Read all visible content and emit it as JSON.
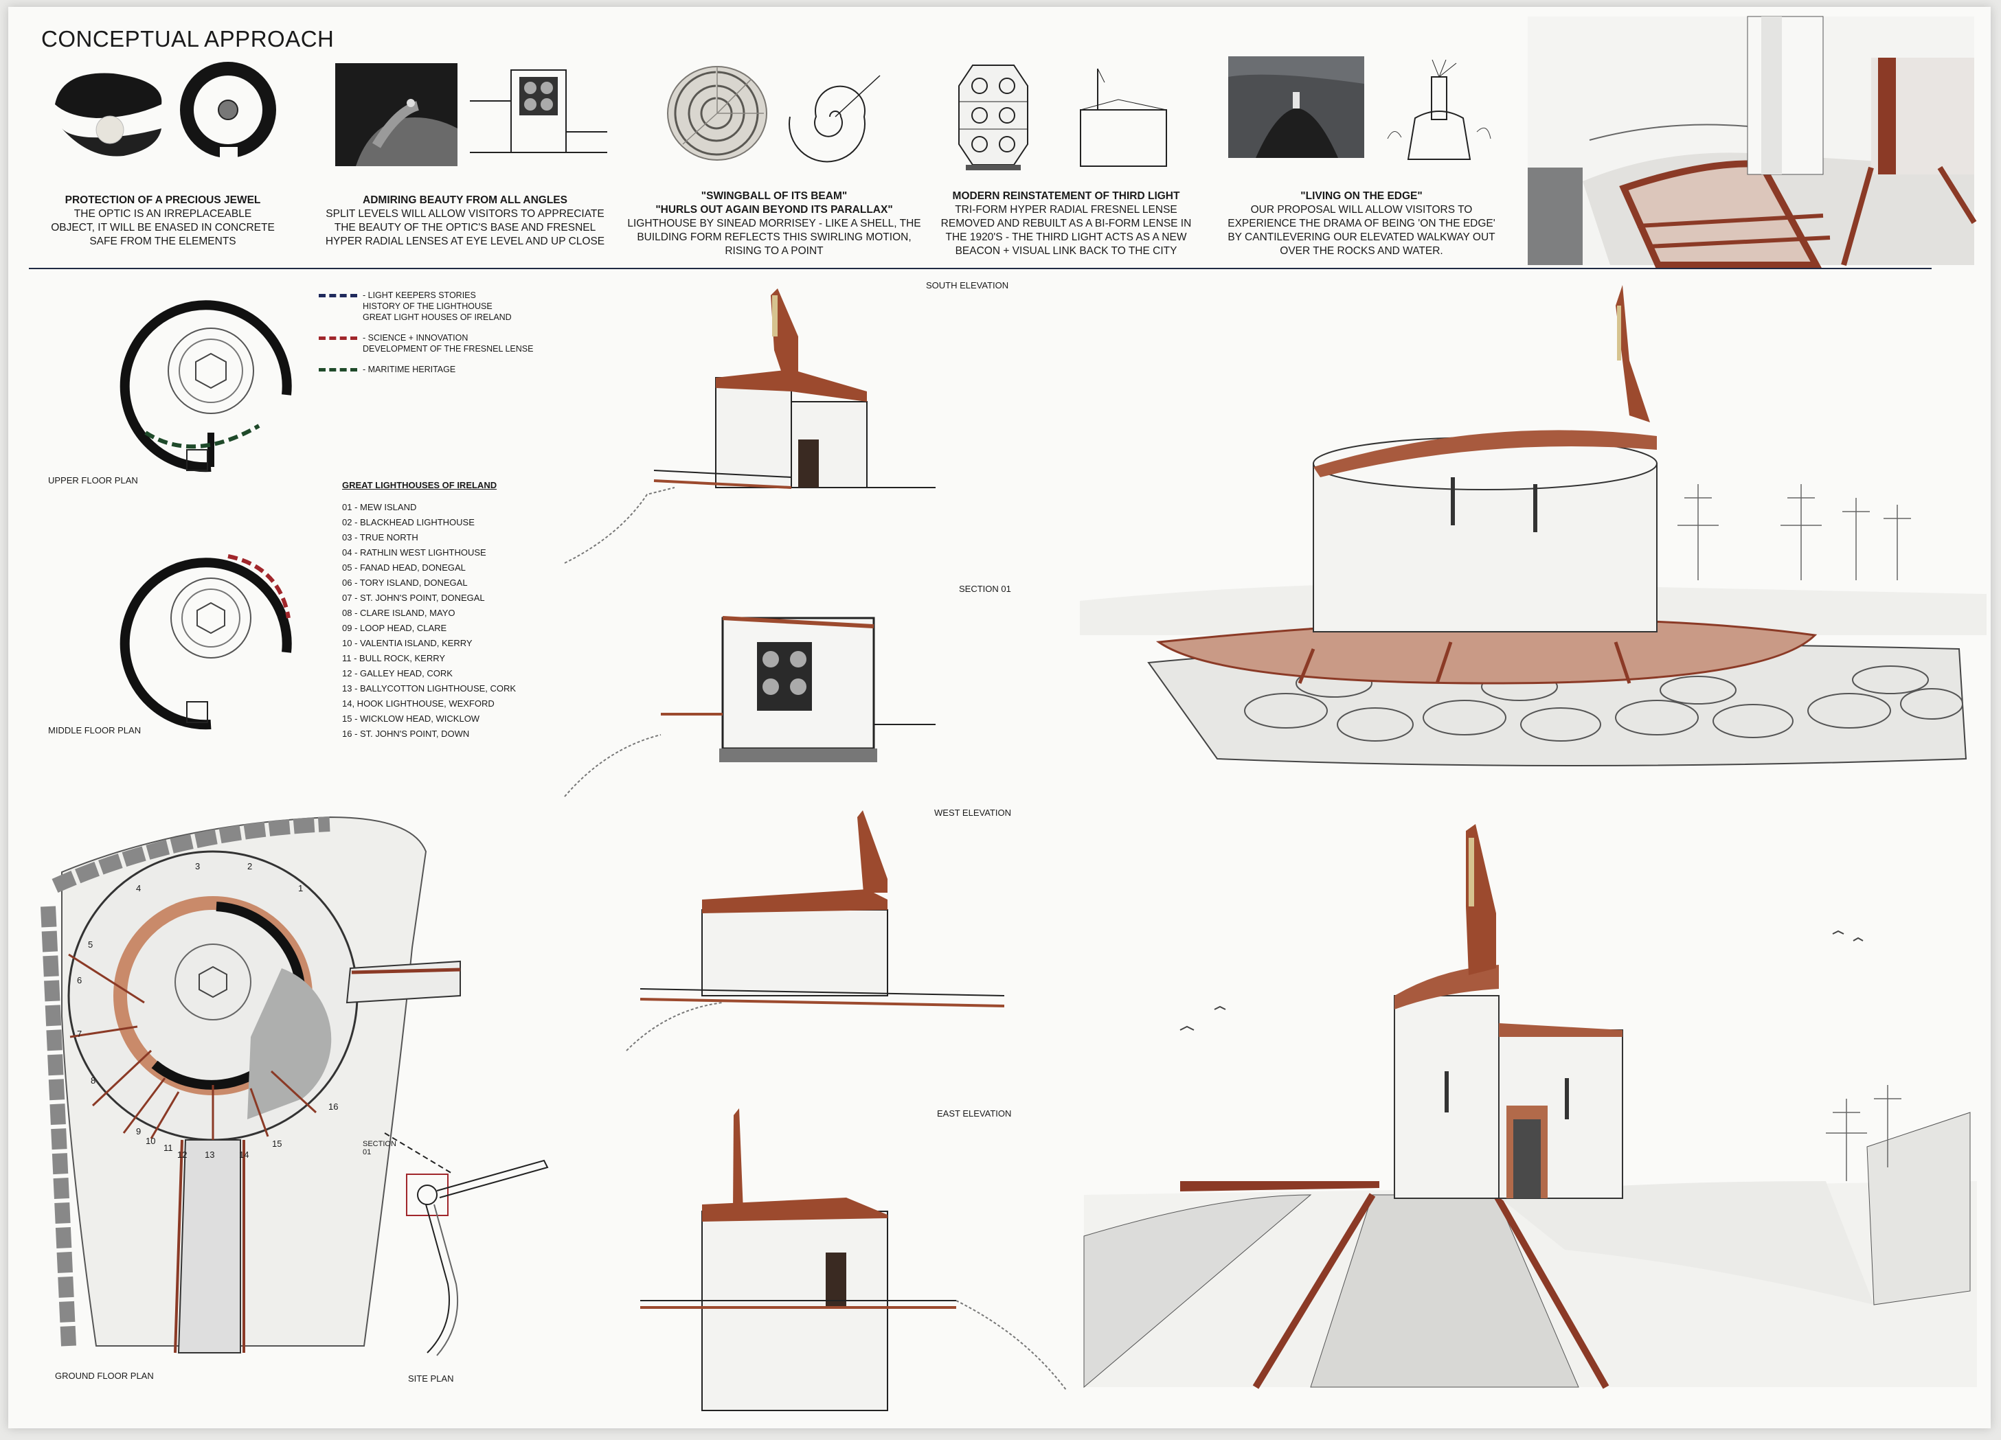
{
  "title": "CONCEPTUAL APPROACH",
  "concepts": [
    {
      "heading": "PROTECTION OF A PRECIOUS JEWEL",
      "text": [
        "THE OPTIC IS AN IRREPLACEABLE",
        "OBJECT, IT WILL BE ENASED IN CONCRETE",
        "SAFE FROM THE ELEMENTS"
      ]
    },
    {
      "heading": "ADMIRING BEAUTY FROM ALL ANGLES",
      "text": [
        "SPLIT LEVELS WILL ALLOW VISITORS TO APPRECIATE",
        "THE BEAUTY OF THE OPTIC'S BASE AND FRESNEL",
        "HYPER RADIAL LENSES AT EYE LEVEL AND UP CLOSE"
      ]
    },
    {
      "heading": "\"SWINGBALL OF ITS BEAM\"",
      "heading2": "\"HURLS OUT AGAIN BEYOND ITS PARALLAX\"",
      "text": [
        "LIGHTHOUSE BY SINEAD MORRISEY - LIKE A SHELL, THE",
        "BUILDING FORM REFLECTS THIS SWIRLING  MOTION,",
        "RISING TO A POINT"
      ]
    },
    {
      "heading": "MODERN REINSTATEMENT OF THIRD LIGHT",
      "text": [
        "TRI-FORM HYPER RADIAL FRESNEL LENSE",
        "REMOVED AND REBUILT AS A BI-FORM LENSE IN",
        "THE 1920's - THE THIRD LIGHT ACTS AS A NEW",
        "BEACON + VISUAL LINK BACK TO THE CITY"
      ]
    },
    {
      "heading": "\"LIVING ON THE EDGE\"",
      "text": [
        "OUR PROPOSAL WILL ALLOW VISITORS TO",
        "EXPERIENCE THE DRAMA OF BEING 'ON THE EDGE'",
        "BY CANTILEVERING OUR ELEVATED WALKWAY OUT",
        "OVER THE ROCKS AND WATER."
      ]
    }
  ],
  "legend": [
    {
      "label": [
        "- LIGHT KEEPERS STORIES",
        "HISTORY OF THE LIGHTHOUSE",
        "GREAT LIGHT HOUSES OF IRELAND"
      ],
      "color": "#1f2a5c"
    },
    {
      "label": [
        "- SCIENCE + INNOVATION",
        "DEVELOPMENT OF THE FRESNEL LENSE"
      ],
      "color": "#a0262b"
    },
    {
      "label": [
        "- MARITIME HERITAGE"
      ],
      "color": "#1f4a2a"
    }
  ],
  "lighthouses": {
    "heading": "GREAT LIGHTHOUSES OF IRELAND",
    "items": [
      "01 - MEW ISLAND",
      "02 - BLACKHEAD LIGHTHOUSE",
      "03 - TRUE NORTH",
      "04 - RATHLIN WEST LIGHTHOUSE",
      "05 - FANAD HEAD, DONEGAL",
      "06 - TORY ISLAND, DONEGAL",
      "07 - ST. JOHN's POINT, DONEGAL",
      "08 - CLARE ISLAND, MAYO",
      "09 - LOOP HEAD, CLARE",
      "10 - VALENTIA ISLAND, KERRY",
      "11 - BULL ROCK, KERRY",
      "12 - GALLEY HEAD, CORK",
      "13 - BALLYCOTTON LIGHTHOUSE, CORK",
      "14, HOOK LIGHTHOUSE, WEXFORD",
      "15 - WICKLOW HEAD, WICKLOW",
      "16 - ST. JOHN's POINT, DOWN"
    ]
  },
  "plan_labels": {
    "upper": "UPPER FLOOR PLAN",
    "middle": "MIDDLE FLOOR PLAN",
    "ground": "GROUND FLOOR PLAN",
    "site": "SITE PLAN",
    "section_mark": "SECTION 01",
    "ground_numbers": [
      "1",
      "2",
      "3",
      "4",
      "5",
      "6",
      "7",
      "8",
      "9",
      "10",
      "11",
      "12",
      "13",
      "14",
      "15",
      "16"
    ]
  },
  "elevation_labels": {
    "south": "SOUTH ELEVATION",
    "section": "SECTION 01",
    "west": "WEST ELEVATION",
    "east": "EAST ELEVATION"
  },
  "colors": {
    "accent_rust": "#9c4a2e",
    "copper_light": "#c98a6a",
    "navy_rule": "#1f2a44"
  }
}
